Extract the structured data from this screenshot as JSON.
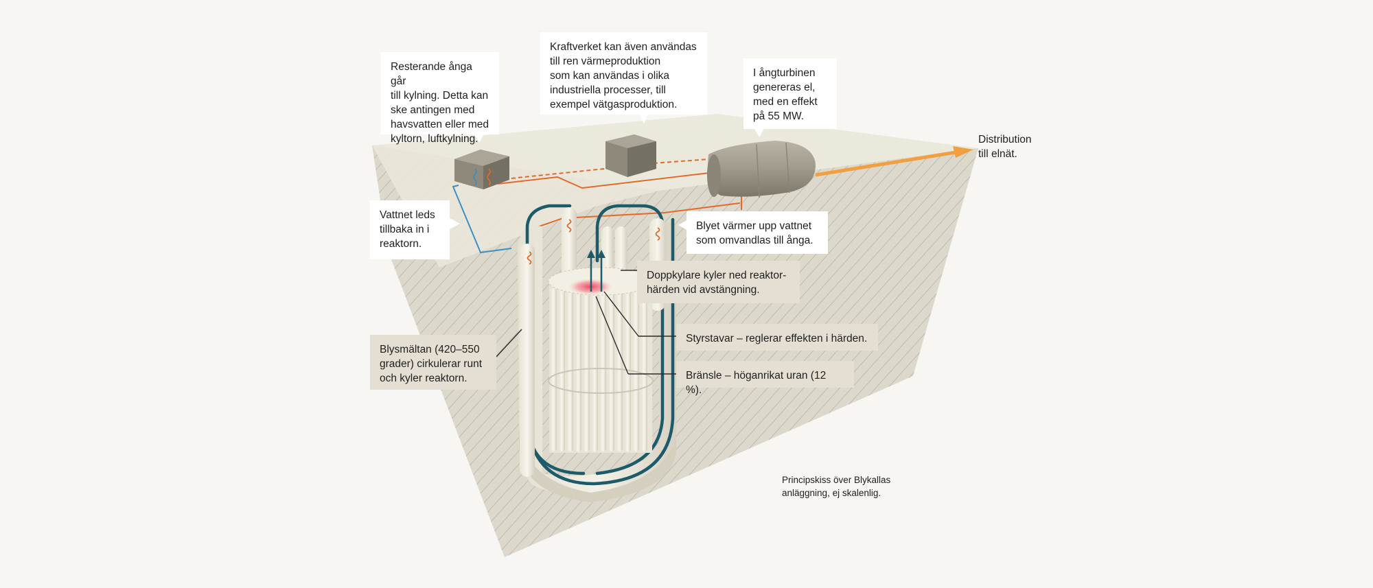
{
  "callouts": {
    "cooling": "Resterande ånga går\ntill kylning. Detta kan\nske antingen med\nhavsvatten eller med\nkyltorn, luftkylning.",
    "heat_production": "Kraftverket kan även användas\ntill ren värmeproduktion\nsom kan användas i olika\nindustriella processer, till\nexempel vätgasproduktion.",
    "turbine": "I ångturbinen\ngenereras el,\nmed en effekt\npå 55 MW.",
    "water_return": "Vattnet leds\ntillbaka in i\nreaktorn.",
    "lead_heats": "Blyet värmer upp vattnet\nsom omvandlas till ånga.",
    "dip_coolers": "Doppkylare kyler ned reaktor-\nhärden vid avstängning.",
    "control_rods": "Styrstavar – reglerar effekten i härden.",
    "fuel": "Bränsle – höganrikat uran (12 %).",
    "lead_melt": "Blysmältan (420–550\ngrader) cirkulerar runt\noch kyler reaktorn."
  },
  "distribution": "Distribution\ntill elnät.",
  "caption": "Principskiss över Blykallas\nanläggning, ej skalenlig.",
  "colors": {
    "background": "#f7f6f2",
    "block_top": "#ebe8dc",
    "block_side": "#d9d5c8",
    "steam_orange": "#e06a2a",
    "water_blue": "#3b8fc4",
    "lead_teal": "#1d5b6b",
    "distribution_arrow": "#f0a040",
    "core_red": "#e6475a",
    "white_box": "#ffffff",
    "tan_box": "#e5dfd3"
  }
}
